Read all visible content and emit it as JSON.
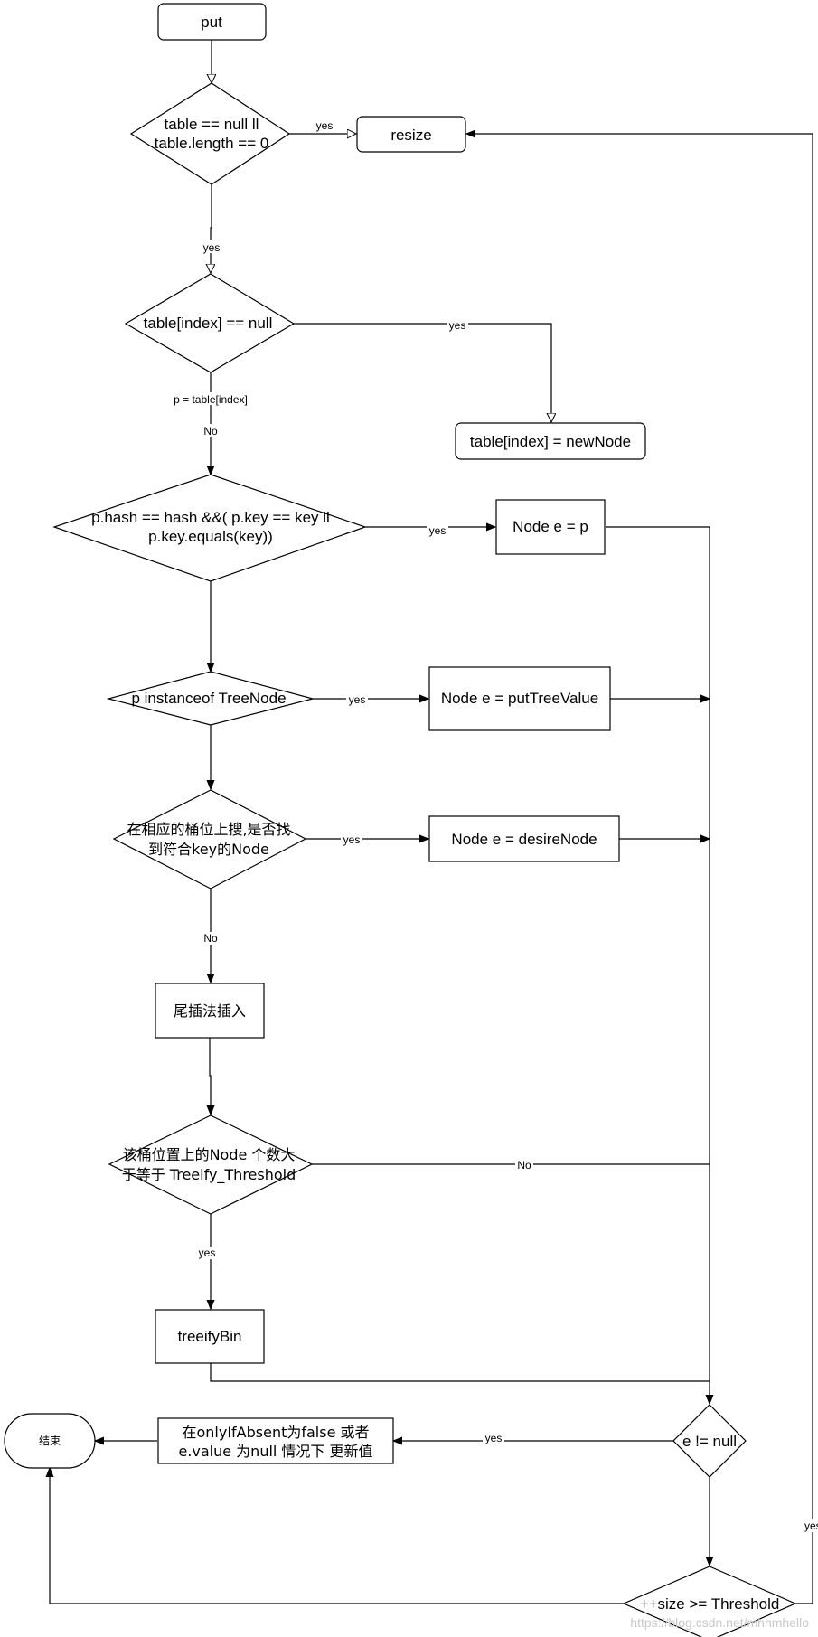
{
  "nodes": {
    "put": "put",
    "check_table_l1": "table == null ll",
    "check_table_l2": "table.length == 0",
    "resize": "resize",
    "check_index": "table[index] == null",
    "new_node": "table[index] = newNode",
    "check_hash_l1": "p.hash == hash &&( p.key == key ll",
    "check_hash_l2": "p.key.equals(key))",
    "node_e_p": "Node e = p",
    "check_tree": "p instanceof TreeNode",
    "put_tree_value": "Node e = putTreeValue",
    "search_bucket_l1": "在相应的桶位上搜,是否找",
    "search_bucket_l2": "到符合key的Node",
    "desire_node": "Node e =  desireNode",
    "tail_insert": "尾插法插入",
    "check_count_l1": "该桶位置上的Node 个数大",
    "check_count_l2": "于等于 Treeify_Threshold",
    "treeify_bin": "treeifyBin",
    "check_e_null": "e != null",
    "update_value_l1": "在onlyIfAbsent为false 或者",
    "update_value_l2": "e.value 为null 情况下 更新值",
    "end": "结束",
    "check_size": "++size >= Threshold"
  },
  "edge_labels": {
    "table_yes_resize": "yes",
    "table_yes_down": "yes",
    "index_yes": "yes",
    "index_assign": "p = table[index]",
    "index_no": "No",
    "hash_yes": "yes",
    "tree_yes": "yes",
    "search_yes": "yes",
    "search_no": "No",
    "count_no": "No",
    "count_yes": "yes",
    "e_null_yes": "yes",
    "size_yes": "yes"
  },
  "watermark": "https://blog.csdn.net/mhhmhello"
}
